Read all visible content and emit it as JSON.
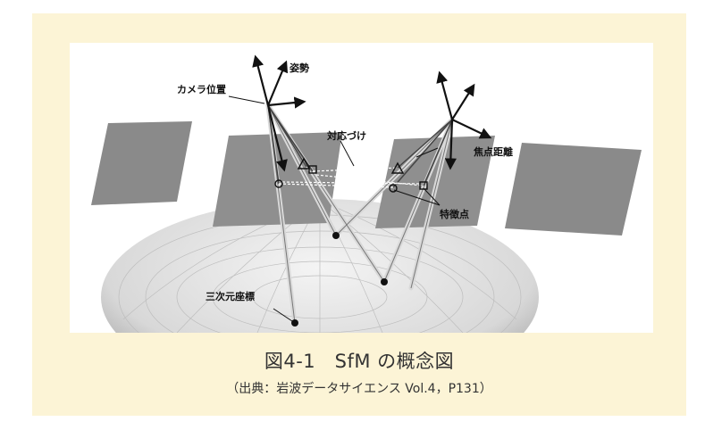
{
  "figure": {
    "labels": {
      "camera_position": "カメラ位置",
      "orientation": "姿勢",
      "correspondence": "対応づけ",
      "focal_length": "焦点距離",
      "feature_points": "特徴点",
      "three_d_coordinates": "三次元座標"
    },
    "colors": {
      "panel_background": "#fcf4d6",
      "image_plane": "#8f8f8f",
      "arrow": "#111111"
    }
  },
  "caption": {
    "title": "図4-1　SfM の概念図",
    "source": "（出典：岩波データサイエンス Vol.4，P131）"
  }
}
